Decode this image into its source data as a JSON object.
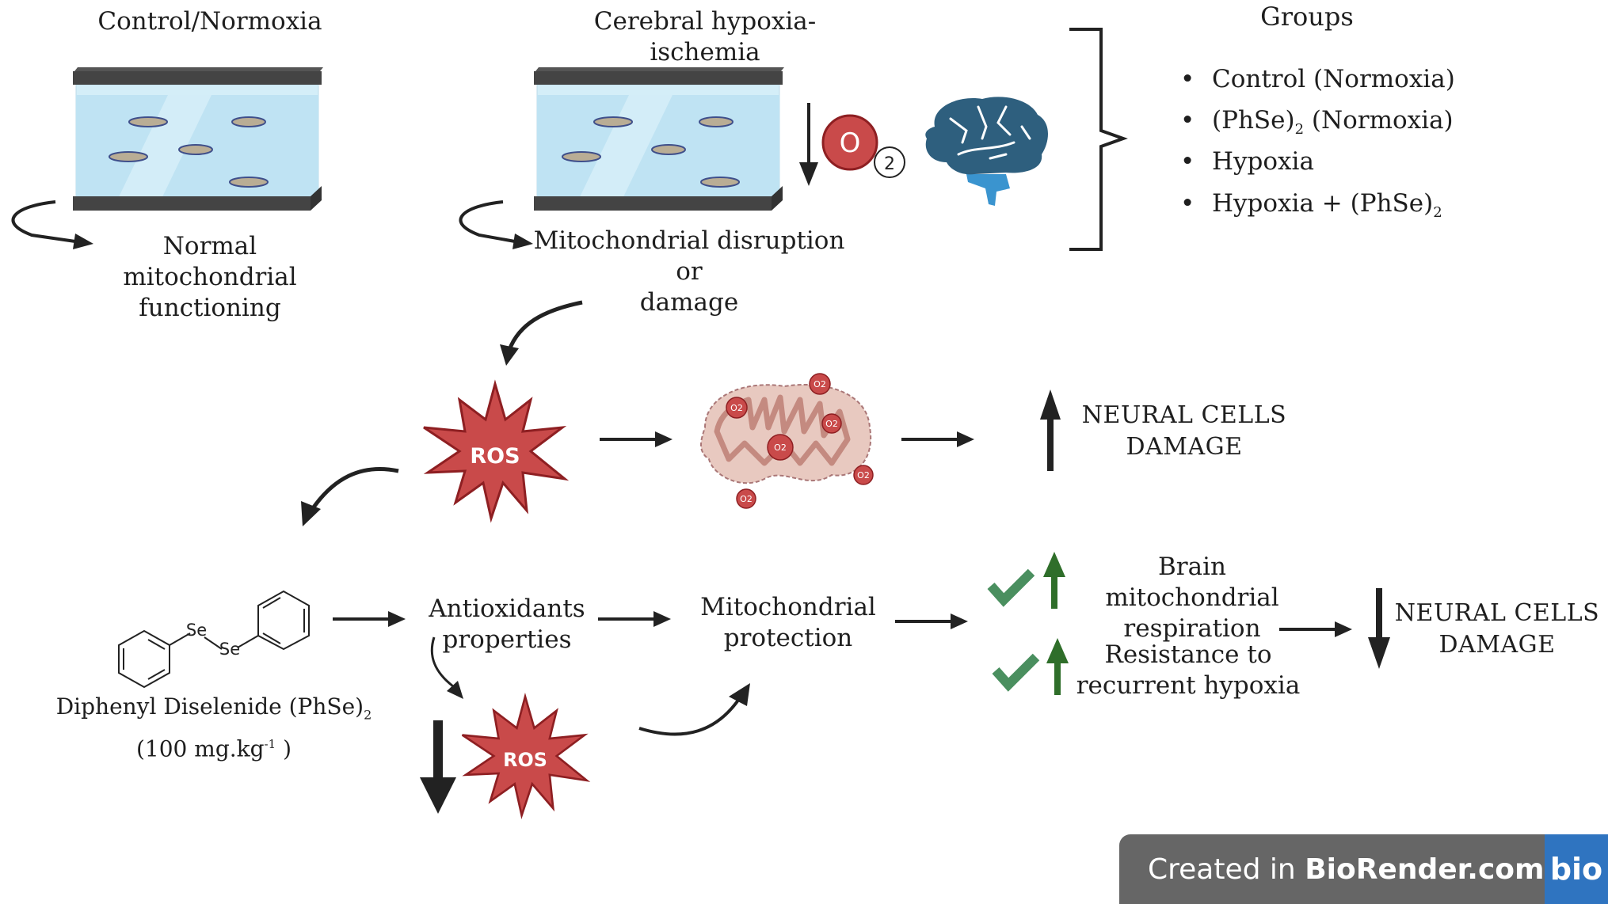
{
  "top_section": {
    "control_title": "Control/Normoxia",
    "control_outcome": [
      "Normal mitochondrial",
      "functioning"
    ],
    "hypoxia_title": "Cerebral hypoxia-ischemia",
    "hypoxia_outcome": [
      "Mitochondrial disruption or",
      "damage"
    ],
    "oxygen_symbol": "O",
    "oxygen_subscript": "2"
  },
  "groups": {
    "title": "Groups",
    "items": [
      {
        "main": "Control (Normoxia)",
        "sub": "",
        "tail": ""
      },
      {
        "main": "(PhSe)",
        "sub": "2",
        "tail": " (Normoxia)"
      },
      {
        "main": "Hypoxia",
        "sub": "",
        "tail": ""
      },
      {
        "main": "Hypoxia + (PhSe)",
        "sub": "2",
        "tail": ""
      }
    ]
  },
  "damage_path": {
    "ros_label": "ROS",
    "superoxide_label": "O2",
    "outcome": [
      "NEURAL CELLS",
      "DAMAGE"
    ],
    "direction": "increase"
  },
  "treatment_path": {
    "compound_atoms": [
      "Se",
      "Se"
    ],
    "compound_name": "Diphenyl Diselenide (PhSe)",
    "compound_name_sub": "2",
    "dose_prefix": "(100 mg.kg",
    "dose_sup": "-1",
    "dose_suffix": " )",
    "antioxidant": [
      "Antioxidants",
      "properties"
    ],
    "ros_label": "ROS",
    "ros_direction": "decrease",
    "protection": [
      "Mitochondrial",
      "protection"
    ],
    "benefits": [
      {
        "lines": [
          "Brain mitochondrial",
          "respiration"
        ],
        "direction": "increase"
      },
      {
        "lines": [
          "Resistance to",
          "recurrent hypoxia"
        ],
        "direction": "increase"
      }
    ],
    "outcome": [
      "NEURAL CELLS",
      "DAMAGE"
    ],
    "outcome_direction": "decrease"
  },
  "colors": {
    "ros_red": "#c94a4a",
    "ros_border": "#8e1f22",
    "mito_fill": "#e8c9c0",
    "mito_stroke": "#c48a80",
    "brain_dark": "#2e5f7e",
    "brain_light": "#3a94cf",
    "check_green": "#4a8f5f",
    "arrow_green": "#2f6e2a",
    "water": "#bfe3f3",
    "tank_frame": "#444444",
    "badge_gray": "#666666",
    "badge_blue": "#2f74c0"
  },
  "watermark": {
    "prefix": "Created in ",
    "brand": "BioRender.com",
    "logo": "bio"
  }
}
